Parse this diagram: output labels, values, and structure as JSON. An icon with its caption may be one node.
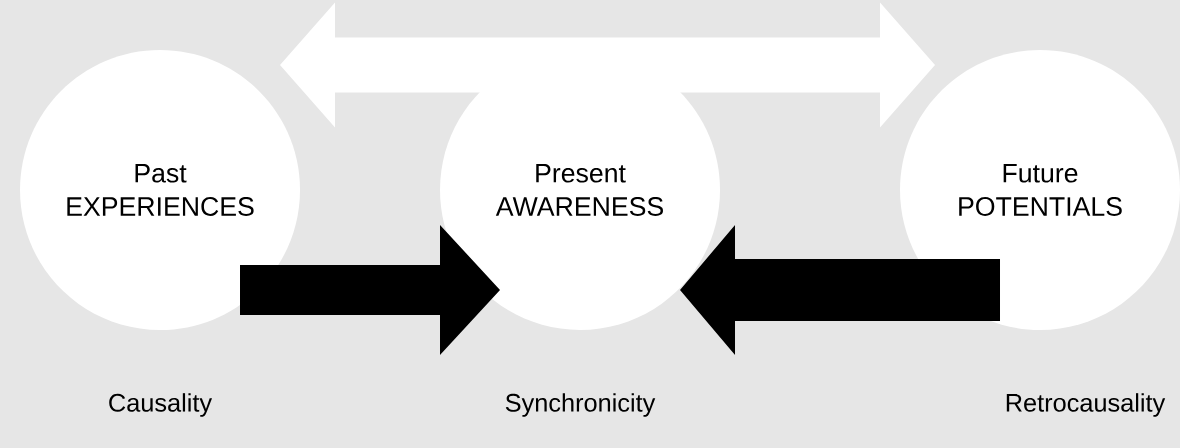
{
  "diagram": {
    "nodes": [
      {
        "text": [
          "Past EXPERIENCES"
        ],
        "beside": [
          "Causality"
        ]
      },
      {
        "text": [
          "Present AWARENESS"
        ],
        "beside": [
          "Synchronicity"
        ]
      },
      {
        "text": [
          "Future POTENTIALS"
        ],
        "beside": [
          "Retrocausality"
        ]
      }
    ],
    "edges": [
      {
        "from": 0,
        "to": 2,
        "arrow": "both",
        "style": "thick",
        "color": "#ffffff"
      },
      {
        "from": 0,
        "to": 1,
        "arrow": "to",
        "style": "thick"
      },
      {
        "from": 2,
        "to": 1,
        "arrow": "to",
        "style": "thick"
      }
    ]
  }
}
